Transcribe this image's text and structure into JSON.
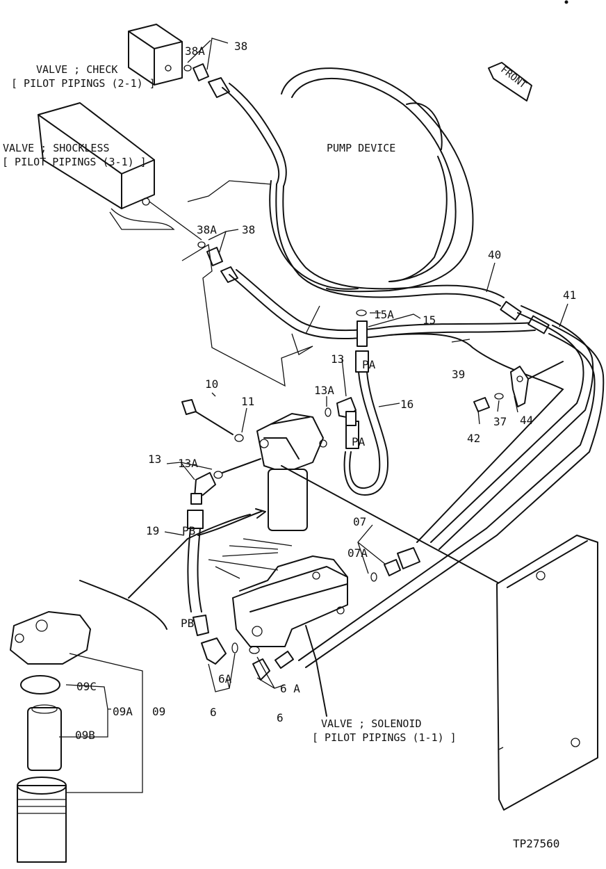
{
  "figure_id": "TP27560",
  "labels": {
    "valve_check": {
      "line1": "VALVE ; CHECK",
      "line2": "[ PILOT PIPINGS (2-1) ]"
    },
    "valve_shockless": {
      "line1": "VALVE ; SHOCKLESS",
      "line2": "[ PILOT PIPINGS (3-1) ]"
    },
    "valve_solenoid": {
      "line1": "VALVE ; SOLENOID",
      "line2": "[ PILOT PIPINGS (1-1) ]"
    },
    "pump_device": "PUMP DEVICE",
    "front_arrow": "FRONT"
  },
  "callouts": {
    "c38A_top": "38A",
    "c38_top": "38",
    "c38A_mid": "38A",
    "c38_mid": "38",
    "c40": "40",
    "c41": "41",
    "c39": "39",
    "c15A": "15A",
    "c15": "15",
    "c13_top": "13",
    "c13A_top": "13A",
    "c16": "16",
    "c10": "10",
    "c11": "11",
    "c13_left": "13",
    "c13A_left": "13A",
    "c19": "19",
    "cPB_top": "PB",
    "cPB_bottom": "PB",
    "cPA_top": "PA",
    "cPA_bottom": "PA",
    "c37": "37",
    "c44": "44",
    "c42": "42",
    "c07": "07",
    "c07A": "07A",
    "c6A_left": "6A",
    "c6_left": "6",
    "c6A_right": "6 A",
    "c6_right": "6",
    "c09C": "09C",
    "c09A": "09A",
    "c09": "09",
    "c09B": "09B"
  }
}
